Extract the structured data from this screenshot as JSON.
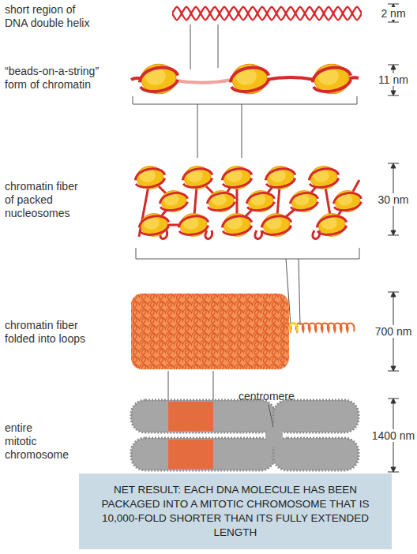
{
  "diagram": {
    "nodes": [
      {
        "text": [
          "NET RESULT: EACH DNA MOLECULE HAS BEEN PACKAGED INTO A MITOTIC CHROMOSOME THAT IS 10,000-FOLD SHORTER THAN ITS FULLY EXTENDED LENGTH"
        ]
      }
    ],
    "labels": [
      "short region of DNA double helix",
      "2 nm",
      "“beads-on-a-string” form of chromatin",
      "11 nm",
      "chromatin fiber of packed nucleosomes",
      "30 nm",
      "chromatin fiber folded into loops",
      "700 nm",
      "centromere",
      "entire mitotic chromosome",
      "1400 nm"
    ]
  }
}
